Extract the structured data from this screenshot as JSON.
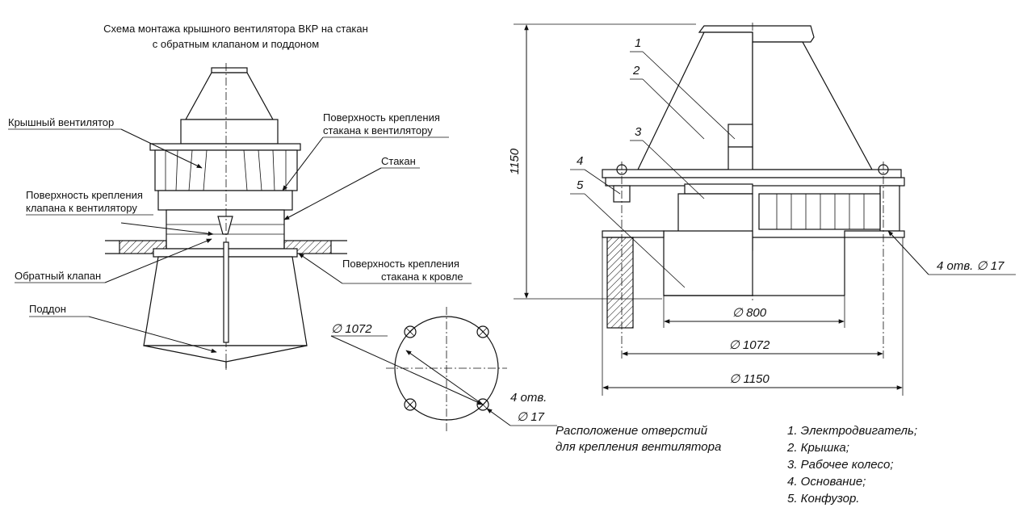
{
  "left_title": {
    "line1": "Схема монтажа крышного вентилятора ВКР на стакан",
    "line2": "с обратным клапаном и поддоном"
  },
  "left_labels": {
    "roof_fan": "Крышный вентилятор",
    "valve_surface_l1": "Поверхность крепления",
    "valve_surface_l2": "клапана к вентилятору",
    "check_valve": "Обратный клапан",
    "tray": "Поддон",
    "glass_to_fan_l1": "Поверхность крепления",
    "glass_to_fan_l2": "стакана к вентилятору",
    "glass": "Стакан",
    "glass_to_roof_l1": "Поверхность крепления",
    "glass_to_roof_l2": "стакана к кровле"
  },
  "hole_layout": {
    "diameter_label": "∅ 1072",
    "holes_l1": "4 отв.",
    "holes_l2": "∅ 17",
    "caption_l1": "Расположение отверстий",
    "caption_l2": "для крепления вентилятора"
  },
  "right_drawing": {
    "height_dim": "1150",
    "callouts": [
      "1",
      "2",
      "3",
      "4",
      "5"
    ],
    "dim_800": "∅ 800",
    "dim_1072": "∅ 1072",
    "dim_1150": "∅ 1150",
    "holes_note": "4 отв. ∅ 17"
  },
  "legend": [
    "1. Электродвигатель;",
    "2. Крышка;",
    "3. Рабочее колесо;",
    "4. Основание;",
    "5. Конфузор."
  ]
}
